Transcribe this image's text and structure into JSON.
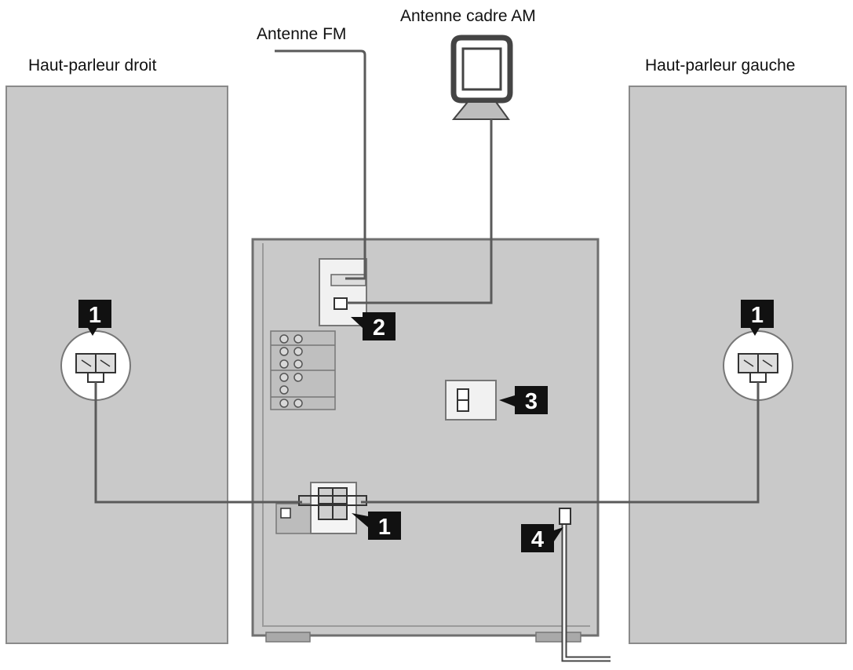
{
  "labels": {
    "fm_antenna": "Antenne FM",
    "am_antenna": "Antenne cadre AM",
    "right_speaker": "Haut-parleur droit",
    "left_speaker": "Haut-parleur gauche"
  },
  "callouts": {
    "speaker_right": "1",
    "speaker_left": "1",
    "antenna_terminal": "2",
    "voltage_selector": "3",
    "power_cord": "4",
    "speaker_terminal": "1"
  },
  "colors": {
    "panel_fill": "#c9c9c9",
    "panel_stroke": "#7a7a7a",
    "wire": "#5a5a5a",
    "badge": "#111111",
    "background": "#ffffff"
  }
}
